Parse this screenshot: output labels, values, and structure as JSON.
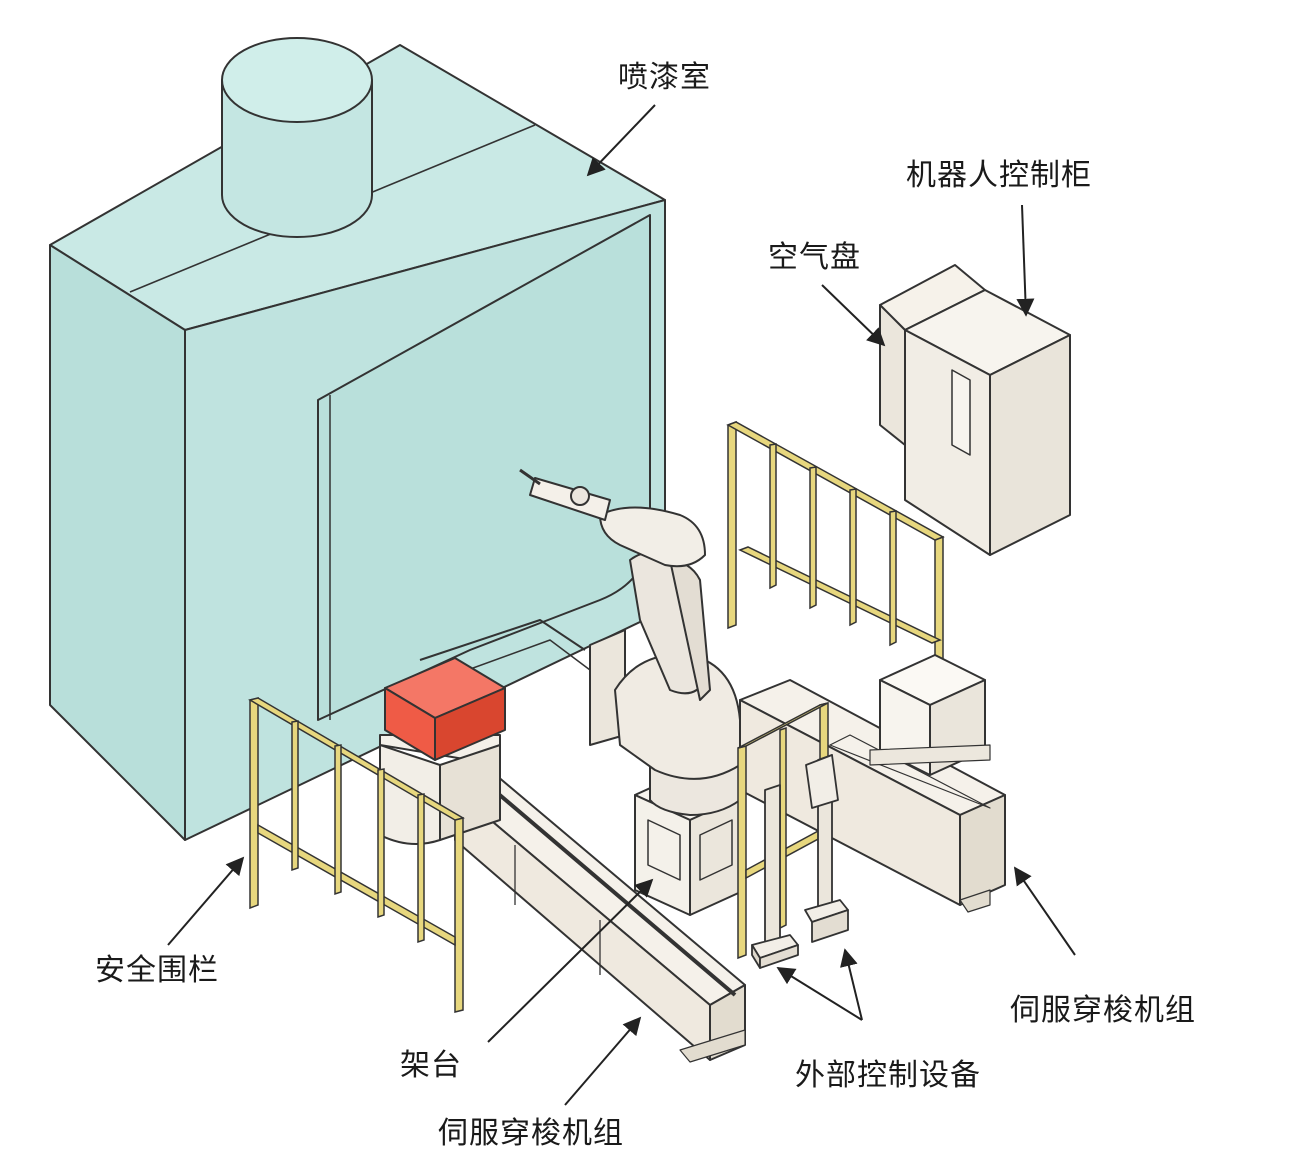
{
  "labels": {
    "paint_booth": "喷漆室",
    "robot_controller": "机器人控制柜",
    "air_panel": "空气盘",
    "safety_fence": "安全围栏",
    "stand": "架台",
    "servo_shuttle_left": "伺服穿梭机组",
    "servo_shuttle_right": "伺服穿梭机组",
    "external_control": "外部控制设备"
  },
  "colors": {
    "booth": "#bfe3df",
    "cabinet": "#f2eee6",
    "shuttle": "#efe9df",
    "fence": "#e7d77e",
    "workpiece": "#f05a45",
    "outline": "#333333",
    "robot": "#ebe6de"
  }
}
